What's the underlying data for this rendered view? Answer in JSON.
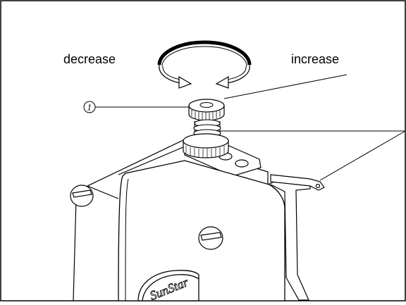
{
  "labels": {
    "decrease": "decrease",
    "increase": "increase",
    "callout": "1"
  },
  "logo": {
    "text": "SunStar"
  },
  "colors": {
    "line": "#000000",
    "background": "#ffffff"
  }
}
